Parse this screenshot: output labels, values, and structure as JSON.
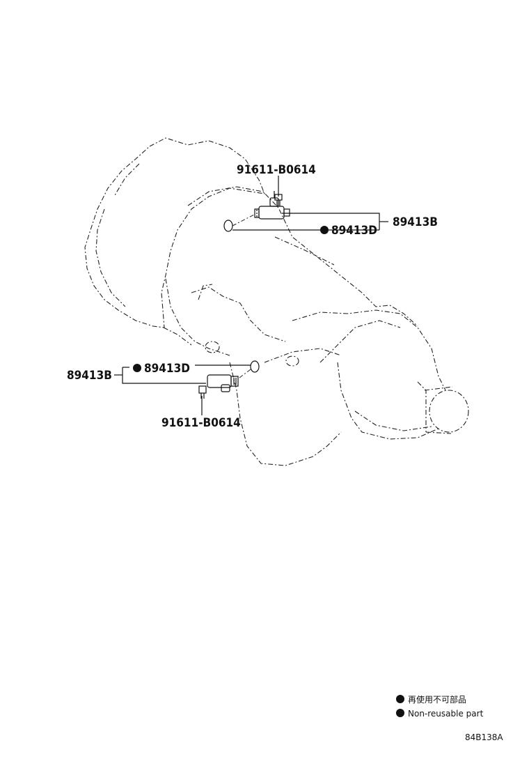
{
  "callouts": {
    "bolt_top": "91611-B0614",
    "sensor_top": "89413B",
    "gasket_top": "89413D",
    "sensor_bottom": "89413B",
    "gasket_bottom": "89413D",
    "bolt_bottom": "91611-B0614"
  },
  "legend": {
    "japanese": "再使用不可部品",
    "english": "Non-reusable part"
  },
  "diagram_code": "84B138A",
  "colors": {
    "line": "#222222",
    "text": "#111111",
    "background": "#ffffff"
  }
}
